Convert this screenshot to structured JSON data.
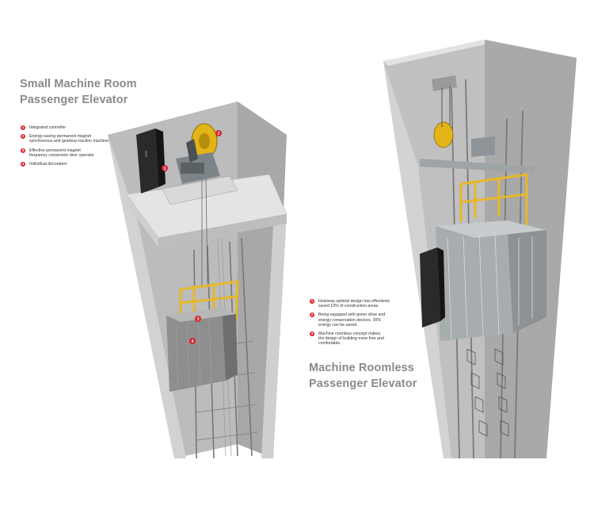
{
  "left": {
    "title_line1": "Small Machine Room",
    "title_line2": "Passenger Elevator",
    "legend": [
      {
        "num": "1",
        "line1": "Integrated controller",
        "line2": ""
      },
      {
        "num": "2",
        "line1": "Energy-saving permanent magnet",
        "line2": "synchronous and gearless traction machine"
      },
      {
        "num": "3",
        "line1": "Effective permanent magnet",
        "line2": "frequency conversion door operator"
      },
      {
        "num": "4",
        "line1": "Individual decoration",
        "line2": ""
      }
    ],
    "markers": [
      "1",
      "2",
      "3",
      "4"
    ]
  },
  "right": {
    "title_line1": "Machine Roomless",
    "title_line2": "Passenger Elevator",
    "legend": [
      {
        "num": "1",
        "line1": "Hoistway optimal design has effectively",
        "line2": "saved 10% of construction areas.",
        "line3": ""
      },
      {
        "num": "2",
        "line1": "Being equipped with green drive and",
        "line2": "energy conservation devices, 30%",
        "line3": "energy can be saved."
      },
      {
        "num": "3",
        "line1": "Machine roomless concept makes",
        "line2": "the design of building more free and",
        "line3": "comfortable."
      }
    ]
  },
  "colors": {
    "accent_red": "#d7262b",
    "title_gray": "#8a8a8a",
    "car_frame_yellow": "#e6b82a",
    "wall_gray": "#c9c9c9"
  }
}
